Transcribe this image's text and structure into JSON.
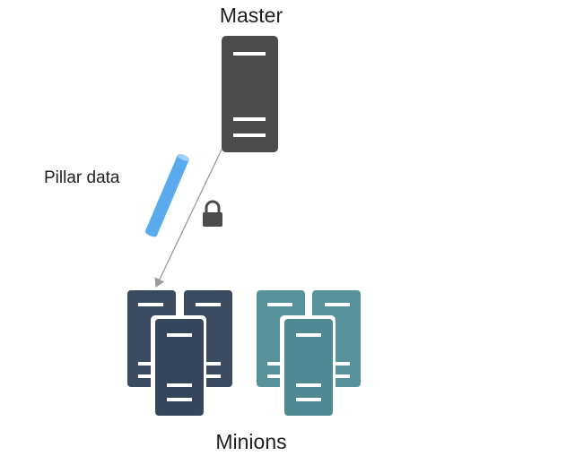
{
  "labels": {
    "master": "Master",
    "pillar": "Pillar data",
    "minions": "Minions"
  },
  "colors": {
    "master": "#4b4b4b",
    "minion_group_1": "#3a4a5f",
    "minion_group_1_front": "#35465c",
    "minion_group_2": "#58929b",
    "minion_group_2_front": "#4f8a94",
    "pillar_cylinder": "#5aabee",
    "pillar_cylinder_light": "#9fd0f7",
    "lock": "#4b4b4b",
    "arrow": "#9a9a9a"
  },
  "icons": [
    "master-server-icon",
    "pillar-data-cylinder-icon",
    "lock-icon",
    "minion-server-icon"
  ]
}
